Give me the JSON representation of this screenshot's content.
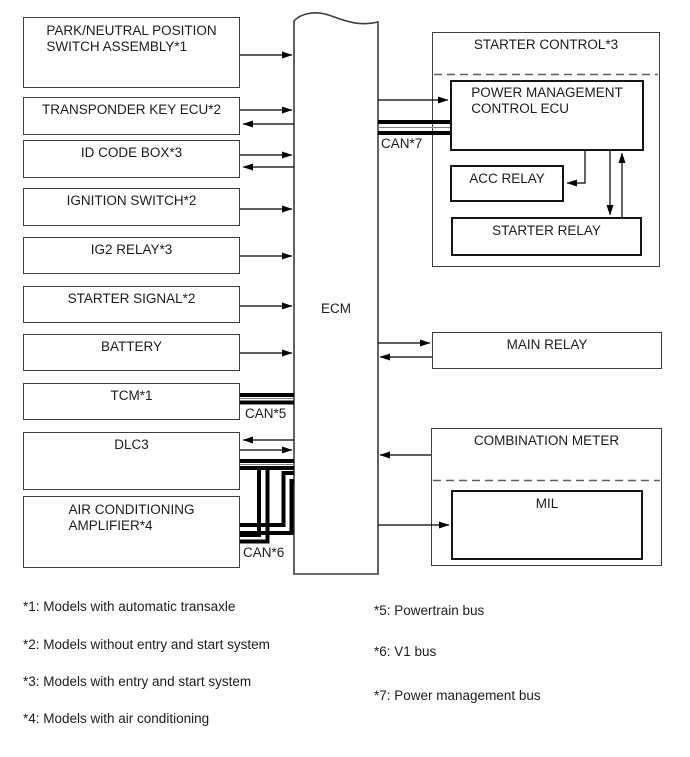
{
  "diagram": {
    "ecm": {
      "label": "ECM"
    },
    "left_boxes": [
      {
        "id": "park-neutral-switch",
        "lines": [
          "PARK/NEUTRAL POSITION",
          "SWITCH ASSEMBLY*1"
        ]
      },
      {
        "id": "transponder-key-ecu",
        "lines": [
          "TRANSPONDER KEY ECU*2"
        ]
      },
      {
        "id": "id-code-box",
        "lines": [
          "ID CODE BOX*3"
        ]
      },
      {
        "id": "ignition-switch",
        "lines": [
          "IGNITION SWITCH*2"
        ]
      },
      {
        "id": "ig2-relay",
        "lines": [
          "IG2 RELAY*3"
        ]
      },
      {
        "id": "starter-signal",
        "lines": [
          "STARTER SIGNAL*2"
        ]
      },
      {
        "id": "battery",
        "lines": [
          "BATTERY"
        ]
      },
      {
        "id": "tcm",
        "lines": [
          "TCM*1"
        ]
      },
      {
        "id": "dlc3",
        "lines": [
          "DLC3"
        ]
      },
      {
        "id": "ac-amplifier",
        "lines": [
          "AIR CONDITIONING",
          "AMPLIFIER*4"
        ]
      }
    ],
    "right_boxes": {
      "starter_control_title": "STARTER CONTROL*3",
      "power_management_lines": [
        "POWER MANAGEMENT",
        "CONTROL ECU"
      ],
      "acc_relay": "ACC RELAY",
      "starter_relay": "STARTER RELAY",
      "main_relay": "MAIN RELAY",
      "combination_meter_title": "COMBINATION METER",
      "mil": "MIL"
    },
    "bus_labels": {
      "can5": "CAN*5",
      "can6": "CAN*6",
      "can7": "CAN*7"
    },
    "footnotes_left": [
      "*1: Models with automatic transaxle",
      "*2: Models without entry and start system",
      "*3: Models with entry and start system",
      "*4: Models with air conditioning"
    ],
    "footnotes_right": [
      "*5: Powertrain bus",
      "*6: V1 bus",
      "*7: Power management bus"
    ],
    "colors": {
      "line": "#000000",
      "box_border": "#3e3e3e",
      "background": "#ffffff"
    }
  }
}
